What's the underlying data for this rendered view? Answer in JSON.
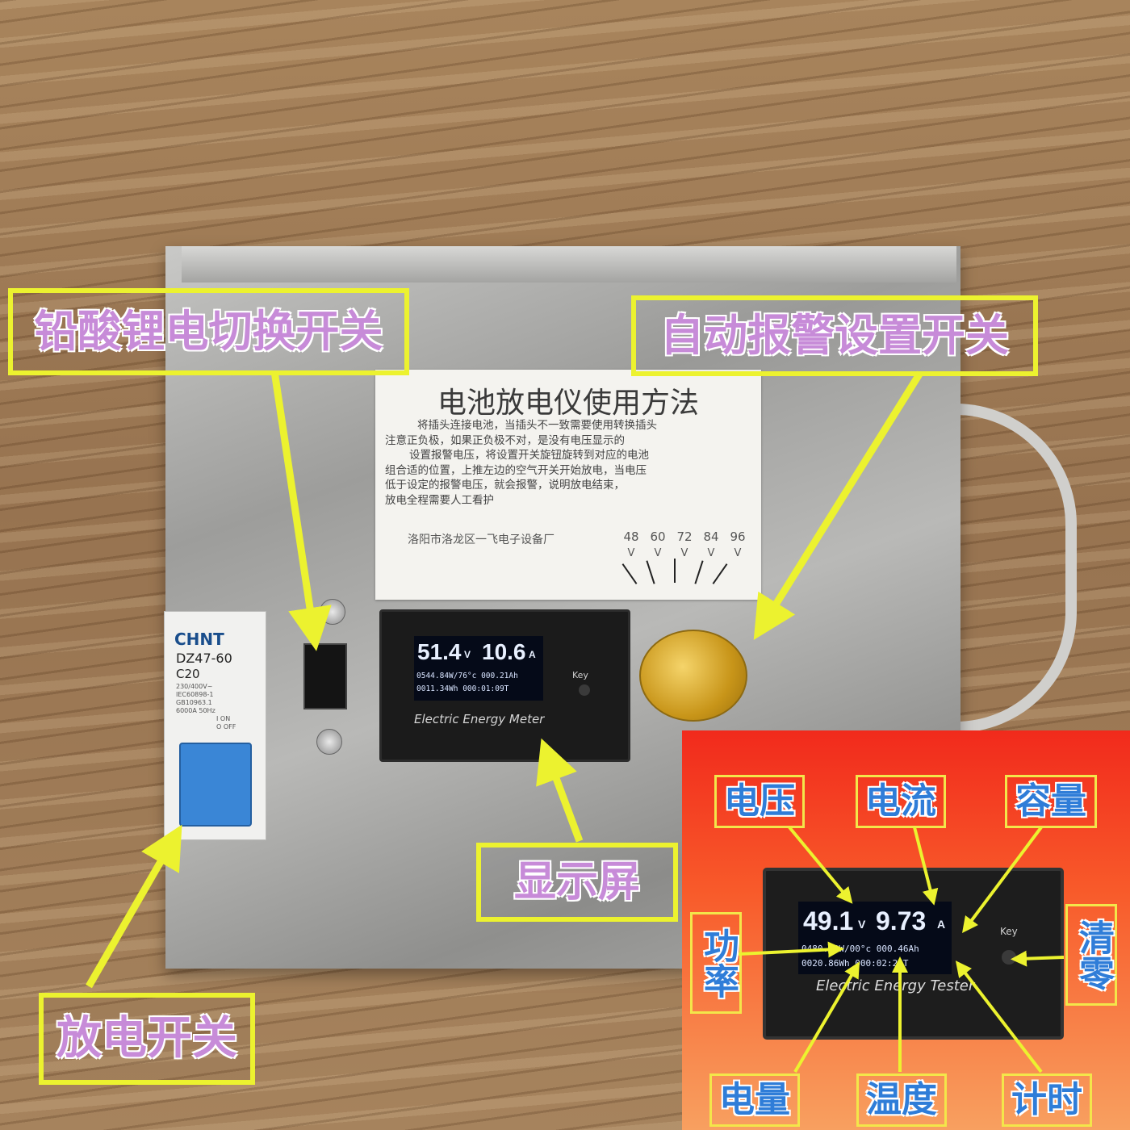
{
  "labels": {
    "switch_lead_lithium": "铅酸锂电切换开关",
    "alarm_setting_switch": "自动报警设置开关",
    "display_screen": "显示屏",
    "discharge_switch": "放电开关"
  },
  "sticker": {
    "title": "电池放电仪使用方法",
    "lines": [
      "将插头连接电池，当插头不一致需要使用转换插头",
      "注意正负极，如果正负极不对，是没有电压显示的",
      "设置报警电压，将设置开关旋钮旋转到对应的电池",
      "组合适的位置，上推左边的空气开关开始放电，当电压",
      "低于设定的报警电压，就会报警，说明放电结束，",
      "放电全程需要人工看护"
    ],
    "company": "洛阳市洛龙区一飞电子设备厂",
    "voltages": [
      "48",
      "60",
      "72",
      "84",
      "96"
    ],
    "volt_unit": "V"
  },
  "breaker": {
    "brand": "CHNT",
    "model": "DZ47-60",
    "rating": "C20",
    "spec_lines": [
      "230/400V~",
      "IEC60898-1",
      "GB10963.1",
      "6000A 50Hz"
    ],
    "on_label": "I ON",
    "off_label": "O OFF"
  },
  "meter": {
    "voltage": "51.4",
    "voltage_unit": "V",
    "current": "10.6",
    "current_unit": "A",
    "row2": "0544.84W/76°c 000.21Ah",
    "row3": "0011.34Wh  000:01:09T",
    "key": "Key",
    "brand": "Electric Energy Meter"
  },
  "inset": {
    "voltage": "49.1",
    "voltage_unit": "V",
    "current": "9.73",
    "current_unit": "A",
    "row2": "0480.00W/00°c 000.46Ah",
    "row3": "0020.86Wh 000:02:24T",
    "key": "Key",
    "brand": "Electric Energy Tester",
    "labels": {
      "voltage": "电压",
      "current": "电流",
      "capacity": "容量",
      "power": "功率",
      "reset": "清零",
      "energy": "电量",
      "temperature": "温度",
      "timer": "计时"
    }
  },
  "colors": {
    "label_border": "#ecf22f",
    "label_text": "#c78bd8",
    "inset_label_text": "#2f7dd8",
    "arrow": "#ecf22f",
    "inset_bg": "#f12a1c"
  }
}
